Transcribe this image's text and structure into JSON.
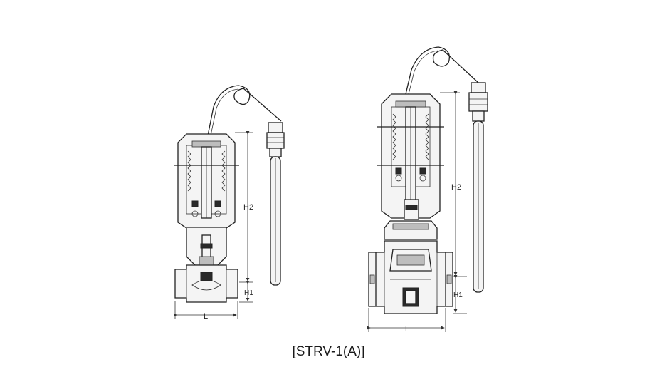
{
  "caption": "[STRV-1(A)]",
  "views": [
    {
      "id": "small",
      "labels": {
        "length": "L",
        "h1": "H1",
        "h2": "H2"
      }
    },
    {
      "id": "large",
      "labels": {
        "length": "L",
        "h1": "H1",
        "h2": "H2"
      }
    }
  ]
}
